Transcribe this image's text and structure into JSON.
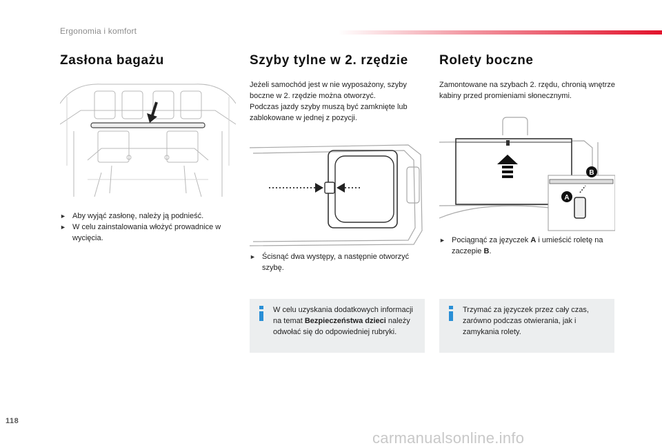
{
  "header": {
    "title": "Ergonomia i komfort",
    "accent_color": "#e2132c"
  },
  "page_number": "118",
  "watermark": "carmanualsonline.info",
  "sections": {
    "cover": {
      "title": "Zasłona bagażu",
      "bullets": [
        "Aby wyjąć zasłonę, należy ją podnieść.",
        "W celu zainstalowania włożyć prowadnice w wycięcia."
      ]
    },
    "windows": {
      "title": "Szyby tylne w 2. rzędzie",
      "intro": "Jeżeli samochód jest w nie wyposażony, szyby boczne w 2. rzędzie można otworzyć.\nPodczas jazdy szyby muszą być zamknięte lub zablokowane w jednej z pozycji.",
      "bullet": "Ścisnąć dwa występy, a następnie otworzyć szybę.",
      "note": {
        "before": "W celu uzyskania dodatkowych informacji na temat ",
        "bold": "Bezpieczeństwa dzieci",
        "after": " należy odwołać się do odpowiedniej rubryki."
      }
    },
    "blinds": {
      "title": "Rolety boczne",
      "intro": "Zamontowane na szybach 2. rzędu, chronią wnętrze kabiny przed promieniami słonecznymi.",
      "bullet": {
        "t1": "Pociągnąć za języczek ",
        "b1": "A",
        "t2": " i umieścić roletę na zaczepie ",
        "b2": "B",
        "t3": "."
      },
      "label_a": "A",
      "label_b": "B",
      "note": "Trzymać za języczek przez cały czas, zarówno podczas otwierania, jak i zamykania rolety."
    }
  },
  "colors": {
    "info_icon": "#2a8fd6",
    "note_bg": "#eceeef"
  }
}
